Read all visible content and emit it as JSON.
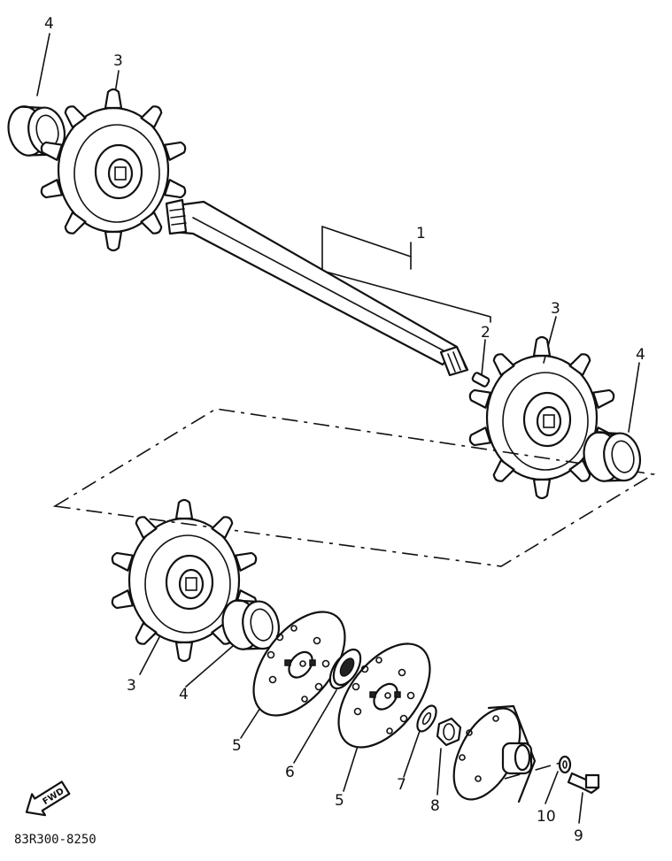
{
  "callouts": {
    "label_1": "1",
    "label_2": "2",
    "label_3a": "3",
    "label_3b": "3",
    "label_3c": "3",
    "label_4a": "4",
    "label_4b": "4",
    "label_4c": "4",
    "label_5a": "5",
    "label_5b": "5",
    "label_6": "6",
    "label_7": "7",
    "label_8": "8",
    "label_9": "9",
    "label_10": "10"
  },
  "badge": {
    "fwd_label": "FWD"
  },
  "footer": {
    "diagram_code": "83R300-8250"
  }
}
